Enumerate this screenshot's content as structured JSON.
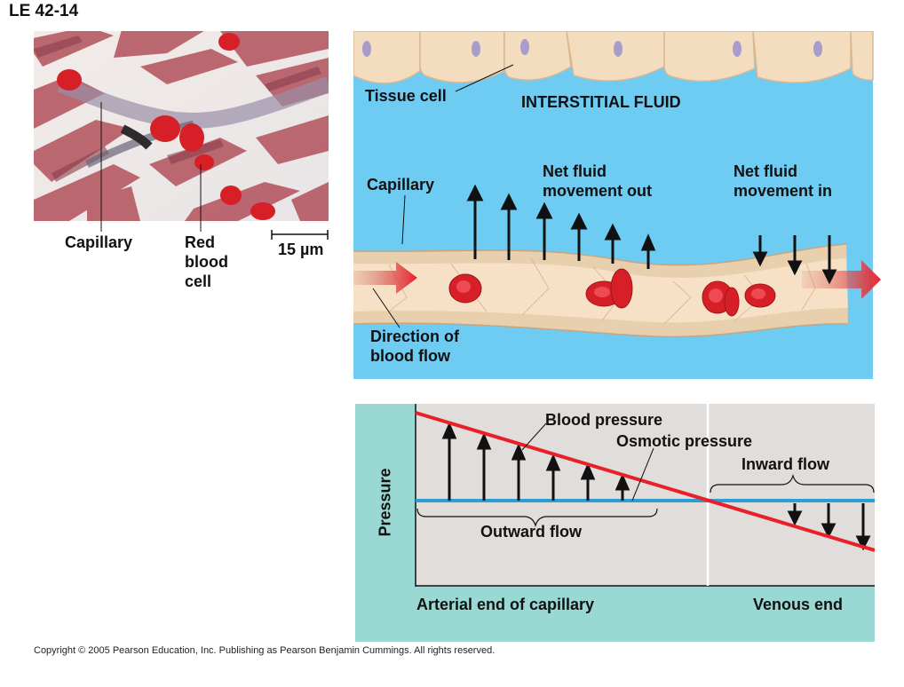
{
  "figure": {
    "title": "LE 42-14",
    "copyright": "Copyright © 2005 Pearson Education, Inc. Publishing as Pearson Benjamin Cummings. All rights reserved."
  },
  "micrograph": {
    "label_capillary": "Capillary",
    "label_rbc": "Red\nblood\ncell",
    "scale_bar": "15 µm"
  },
  "diagram": {
    "tissue_cell": "Tissue cell",
    "interstitial_fluid": "INTERSTITIAL FLUID",
    "capillary": "Capillary",
    "net_out": "Net fluid\nmovement out",
    "net_in": "Net fluid\nmovement in",
    "direction": "Direction of\nblood flow"
  },
  "graph": {
    "ylabel": "Pressure",
    "blood_pressure": "Blood pressure",
    "osmotic_pressure": "Osmotic pressure",
    "inward_flow": "Inward flow",
    "outward_flow": "Outward flow",
    "arterial_end": "Arterial end of capillary",
    "venous_end": "Venous end"
  },
  "colors": {
    "interstitial_fluid": "#6ecbf2",
    "graph_frame": "#9ad8d4",
    "graph_plot_bg": "#e0dddb",
    "blood_pressure_line": "#e8202a",
    "osmotic_pressure_line": "#2b9ed6",
    "red_blood_cell": "#d61f26",
    "capillary_wall": "#f2dcc0"
  }
}
